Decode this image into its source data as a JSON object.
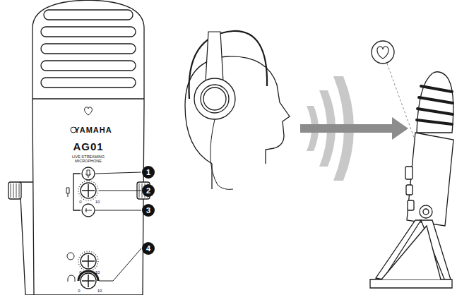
{
  "diagram": {
    "labels": [
      "YAMAHA",
      "AG01",
      "LIVE STREAMING MICROPHONE",
      "1",
      "2",
      "3",
      "4",
      "0",
      "10",
      "0",
      "10",
      "0",
      "10"
    ]
  }
}
